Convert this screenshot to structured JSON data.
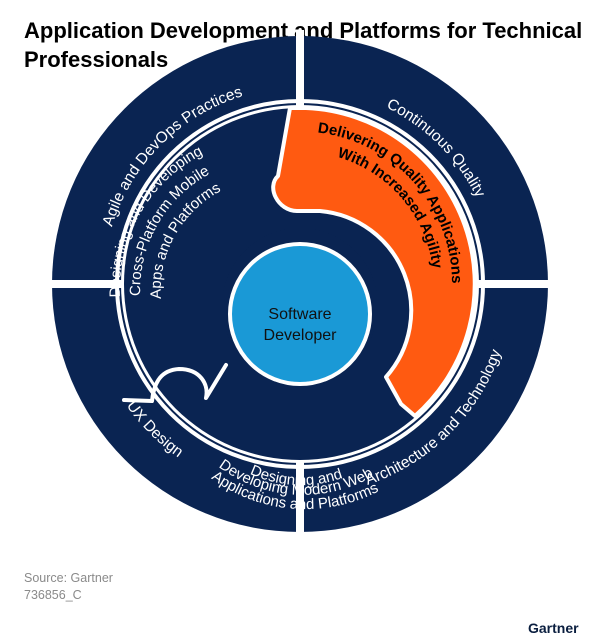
{
  "title": "Application Development and Platforms for Technical Professionals",
  "colors": {
    "navy": "#0a2452",
    "orange": "#ff5a11",
    "center_blue": "#1a99d6",
    "background": "#ffffff"
  },
  "outer_ring": [
    "Agile and DevOps Practices",
    "Continuous Quality",
    "Architecture and Technology",
    "UX Design"
  ],
  "inner_segments": {
    "mobile": [
      "Designing and Developing",
      "Cross-Platform Mobile",
      "Apps and Platforms"
    ],
    "quality": [
      "Delivering Quality Applications",
      "With Increased Agility"
    ],
    "web": [
      "Designing and",
      "Developing Modern Web",
      "Applications and Platforms"
    ]
  },
  "center": [
    "Software",
    "Developer"
  ],
  "footer": {
    "source": "Source: Gartner",
    "code": "736856_C",
    "logo": "Gartner"
  }
}
